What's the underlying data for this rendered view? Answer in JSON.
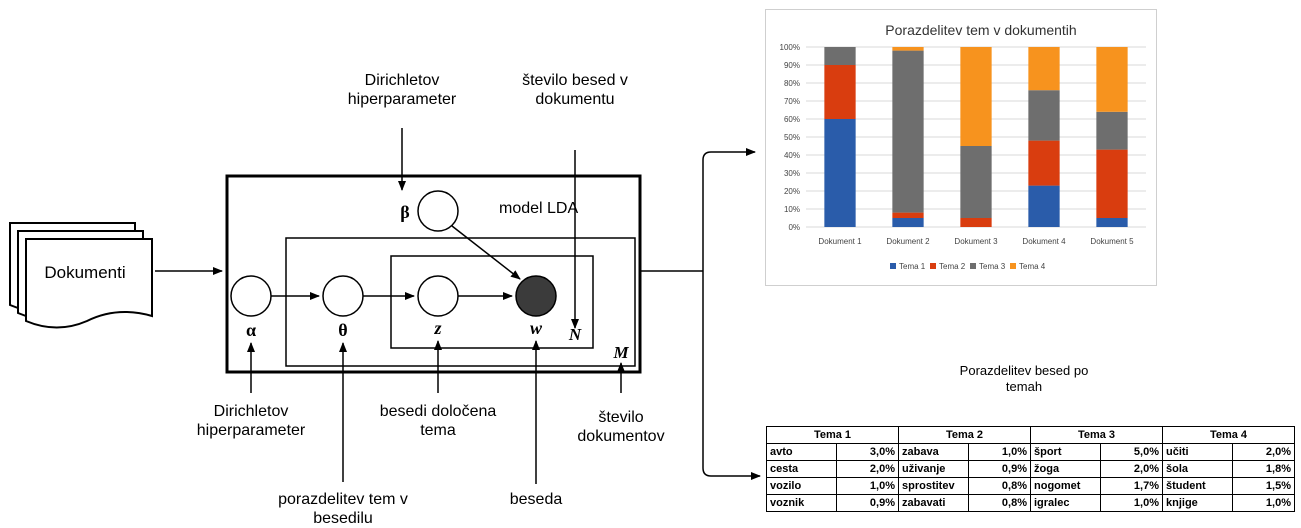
{
  "documents_label": "Dokumenti",
  "model_label": "model LDA",
  "symbols": {
    "alpha": "α",
    "theta": "θ",
    "beta": "β",
    "z": "z",
    "w": "w",
    "N": "N",
    "M": "M"
  },
  "annotations": {
    "beta_hyper": [
      "Dirichletov",
      "hiperparameter"
    ],
    "words_count": [
      "število besed v",
      "dokumentu"
    ],
    "alpha_hyper": [
      "Dirichletov",
      "hiperparameter"
    ],
    "topic_assigned": [
      "besedi določena",
      "tema"
    ],
    "doc_count": [
      "število",
      "dokumentov"
    ],
    "topic_distribution": [
      "porazdelitev tem v",
      "besedilu"
    ],
    "word": [
      "beseda"
    ]
  },
  "chart_data": {
    "type": "bar",
    "stacked": true,
    "title": "Porazdelitev tem v dokumentih",
    "categories": [
      "Dokument 1",
      "Dokument 2",
      "Dokument 3",
      "Dokument 4",
      "Dokument 5"
    ],
    "series": [
      {
        "name": "Tema 1",
        "color": "#2a5caa",
        "values": [
          60,
          5,
          0,
          23,
          5
        ]
      },
      {
        "name": "Tema 2",
        "color": "#d93d0f",
        "values": [
          30,
          3,
          5,
          25,
          38
        ]
      },
      {
        "name": "Tema 3",
        "color": "#6e6e6e",
        "values": [
          10,
          90,
          40,
          28,
          21
        ]
      },
      {
        "name": "Tema 4",
        "color": "#f7931e",
        "values": [
          0,
          2,
          55,
          24,
          36
        ]
      }
    ],
    "yticks": [
      "0%",
      "10%",
      "20%",
      "30%",
      "40%",
      "50%",
      "60%",
      "70%",
      "80%",
      "90%",
      "100%"
    ],
    "ylim": [
      0,
      100
    ],
    "grid": true,
    "legend": "bottom"
  },
  "word_table": {
    "title": [
      "Porazdelitev besed po",
      "temah"
    ],
    "headers": [
      "Tema 1",
      "Tema 2",
      "Tema 3",
      "Tema 4"
    ],
    "rows": [
      [
        [
          "avto",
          "3,0%"
        ],
        [
          "zabava",
          "1,0%"
        ],
        [
          "šport",
          "5,0%"
        ],
        [
          "učiti",
          "2,0%"
        ]
      ],
      [
        [
          "cesta",
          "2,0%"
        ],
        [
          "uživanje",
          "0,9%"
        ],
        [
          "žoga",
          "2,0%"
        ],
        [
          "šola",
          "1,8%"
        ]
      ],
      [
        [
          "vozilo",
          "1,0%"
        ],
        [
          "sprostitev",
          "0,8%"
        ],
        [
          "nogomet",
          "1,7%"
        ],
        [
          "študent",
          "1,5%"
        ]
      ],
      [
        [
          "voznik",
          "0,9%"
        ],
        [
          "zabavati",
          "0,8%"
        ],
        [
          "igralec",
          "1,0%"
        ],
        [
          "knjige",
          "1,0%"
        ]
      ]
    ]
  }
}
